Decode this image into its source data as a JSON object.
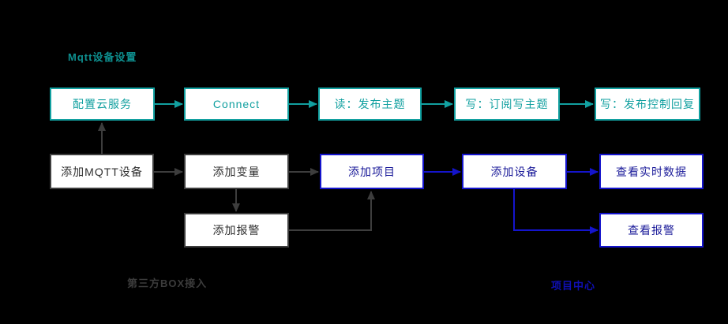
{
  "labels": {
    "title": "Mqtt设备设置",
    "third_party_box": "第三方BOX接入",
    "project_center": "项目中心"
  },
  "nodes": {
    "cloud_config": "配置云服务",
    "connect": "Connect",
    "read_publish_topic": "读：发布主题",
    "write_subscribe_topic": "写：订阅写主题",
    "write_publish_control_reply": "写：发布控制回复",
    "add_mqtt_device": "添加MQTT设备",
    "add_variable": "添加变量",
    "add_project": "添加项目",
    "add_device": "添加设备",
    "view_realtime_data": "查看实时数据",
    "add_alarm": "添加报警",
    "view_alarm": "查看报警"
  },
  "colors": {
    "teal_accent": "#12a0a0",
    "blue_accent": "#1414cc",
    "gray_accent": "#3d3d3d",
    "node_fill": "#ffffff",
    "background": "#000000"
  }
}
